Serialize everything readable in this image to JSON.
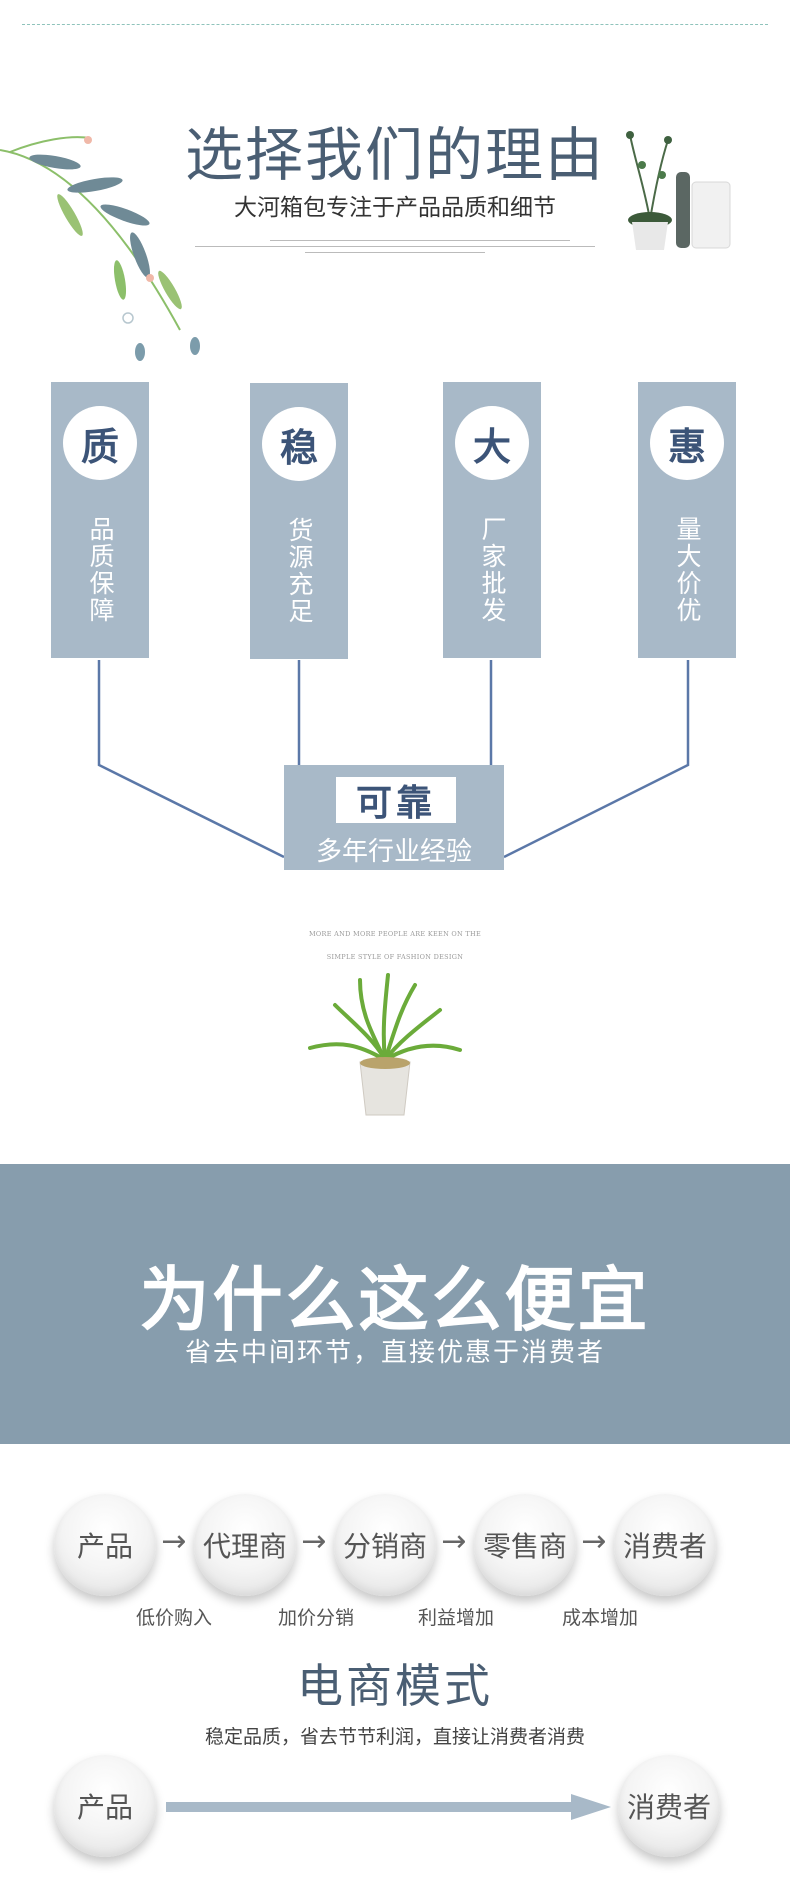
{
  "header": {
    "title": "选择我们的理由",
    "subtitle": "大河箱包专注于产品品质和细节"
  },
  "reasons": [
    {
      "char": "质",
      "text": "品质保障"
    },
    {
      "char": "稳",
      "text": "货源充足"
    },
    {
      "char": "大",
      "text": "厂家批发"
    },
    {
      "char": "惠",
      "text": "量大价优"
    }
  ],
  "reliable": {
    "label": "可靠",
    "sub": "多年行业经验"
  },
  "english": {
    "line1": "MORE AND MORE PEOPLE ARE KEEN ON THE",
    "line2": "SIMPLE STYLE OF FASHION DESIGN"
  },
  "banner": {
    "title": "为什么这么便宜",
    "subtitle": "省去中间环节，直接优惠于消费者"
  },
  "chain": {
    "nodes": [
      "产品",
      "代理商",
      "分销商",
      "零售商",
      "消费者"
    ],
    "arrow": "→",
    "labels": [
      "低价购入",
      "加价分销",
      "利益增加",
      "成本增加"
    ]
  },
  "ecommerce": {
    "title": "电商模式",
    "subtitle": "稳定品质，省去节节利润，直接让消费者消费",
    "from": "产品",
    "to": "消费者"
  },
  "colors": {
    "panel": "#a8b9c8",
    "banner": "#879dad",
    "accent": "#3c5478",
    "line": "#5b78a8"
  }
}
